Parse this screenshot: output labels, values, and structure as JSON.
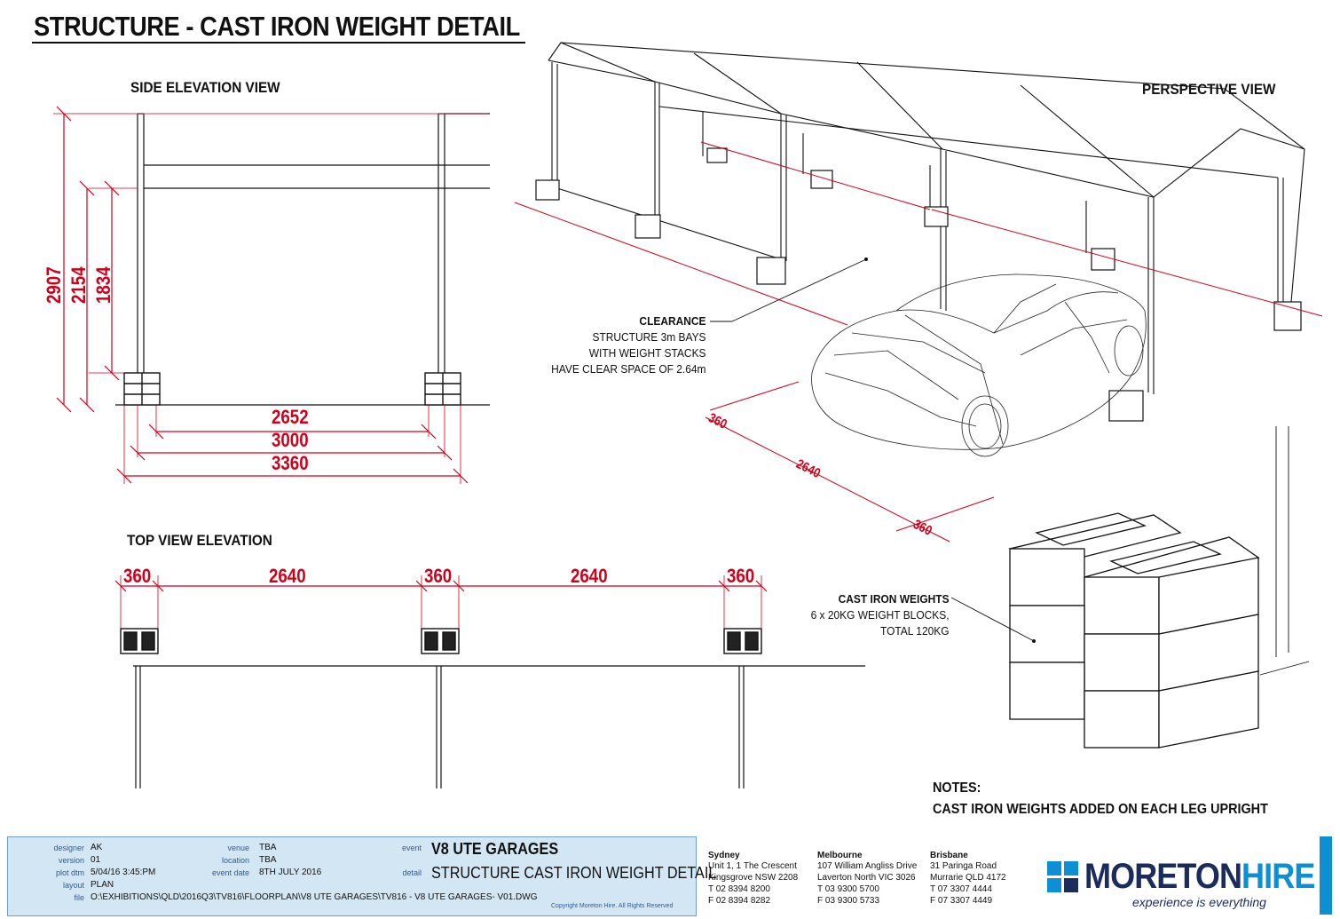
{
  "title": "STRUCTURE - CAST IRON WEIGHT DETAIL",
  "views": {
    "side": "SIDE ELEVATION VIEW",
    "top": "TOP VIEW ELEVATION",
    "perspective": "PERSPECTIVE VIEW"
  },
  "side_dims": {
    "h1": "2907",
    "h2": "2154",
    "h3": "1834",
    "w1": "2652",
    "w2": "3000",
    "w3": "3360"
  },
  "top_dims": [
    "360",
    "2640",
    "360",
    "2640",
    "360"
  ],
  "perspective_dims": [
    "360",
    "2640",
    "360"
  ],
  "clearance": {
    "heading": "CLEARANCE",
    "lines": [
      "STRUCTURE 3m BAYS",
      "WITH WEIGHT STACKS",
      "HAVE CLEAR SPACE OF 2.64m"
    ]
  },
  "weights": {
    "heading": "CAST IRON WEIGHTS",
    "lines": [
      "6 x 20KG WEIGHT BLOCKS,",
      "TOTAL 120KG"
    ]
  },
  "notes": {
    "heading": "NOTES:",
    "text": "CAST IRON WEIGHTS ADDED ON EACH LEG UPRIGHT"
  },
  "title_block": {
    "designer_k": "designer",
    "designer_v": "AK",
    "version_k": "version",
    "version_v": "01",
    "plot_k": "plot dtm",
    "plot_v": "5/04/16 3:45:PM",
    "layout_k": "layout",
    "layout_v": "PLAN",
    "file_k": "file",
    "file_v": "O:\\EXHIBITIONS\\QLD\\2016Q3\\TV816\\FLOORPLAN\\V8 UTE GARAGES\\TV816 - V8 UTE GARAGES- V01.DWG",
    "venue_k": "venue",
    "venue_v": "TBA",
    "location_k": "location",
    "location_v": "TBA",
    "eventdate_k": "event date",
    "eventdate_v": "8TH JULY 2016",
    "event_k": "event",
    "event_v": "V8 UTE GARAGES",
    "detail_k": "detail",
    "detail_v": "STRUCTURE CAST IRON WEIGHT DETAIL",
    "copyright": "Copyright Moreton Hire. All Rights Reserved"
  },
  "offices": [
    {
      "city": "Sydney",
      "lines": [
        "Unit 1, 1 The Crescent",
        "Kingsgrove NSW 2208",
        "T 02 8394 8200",
        "F 02 8394 8282"
      ]
    },
    {
      "city": "Melbourne",
      "lines": [
        "107 William Angliss Drive",
        "Laverton North VIC 3026",
        "T 03 9300 5700",
        "F 03 9300 5733"
      ]
    },
    {
      "city": "Brisbane",
      "lines": [
        "31 Paringa Road",
        "Murrarie QLD 4172",
        "T 07 3307 4444",
        "F 07 3307 4449"
      ]
    }
  ],
  "logo": {
    "moreton": "MORETON",
    "hire": "HIRE",
    "tagline": "experience is everything"
  },
  "colors": {
    "dimension": "#d0001b",
    "title_block_bg": "#d3e6f4",
    "brand_blue": "#0d8fd3",
    "brand_navy": "#1a2b5c"
  }
}
